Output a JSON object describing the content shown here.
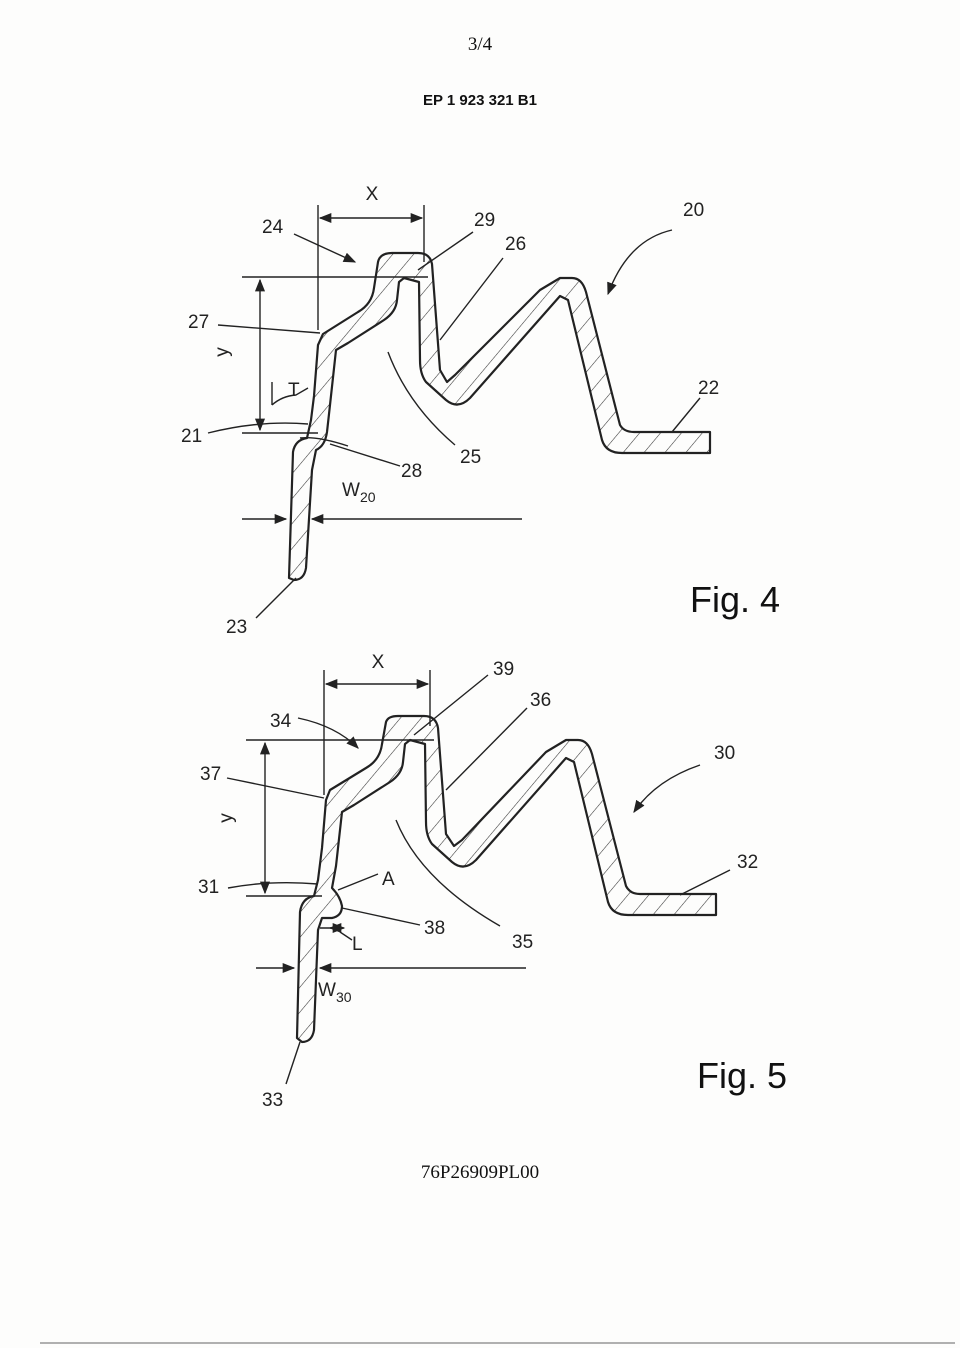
{
  "header": {
    "page_number": "3/4",
    "publication_number": "EP 1 923 321 B1"
  },
  "footer": {
    "document_code": "76P26909PL00"
  },
  "figure4": {
    "caption": "Fig. 4",
    "labels": {
      "x": "X",
      "y": "y",
      "t": "T",
      "w": "W",
      "w_sub": "20",
      "n20": "20",
      "n21": "21",
      "n22": "22",
      "n23": "23",
      "n24": "24",
      "n25": "25",
      "n26": "26",
      "n27": "27",
      "n28": "28",
      "n29": "29"
    }
  },
  "figure5": {
    "caption": "Fig. 5",
    "labels": {
      "x": "X",
      "y": "y",
      "a": "A",
      "l": "L",
      "w": "W",
      "w_sub": "30",
      "n30": "30",
      "n31": "31",
      "n32": "32",
      "n33": "33",
      "n34": "34",
      "n35": "35",
      "n36": "36",
      "n37": "37",
      "n38": "38",
      "n39": "39"
    }
  }
}
